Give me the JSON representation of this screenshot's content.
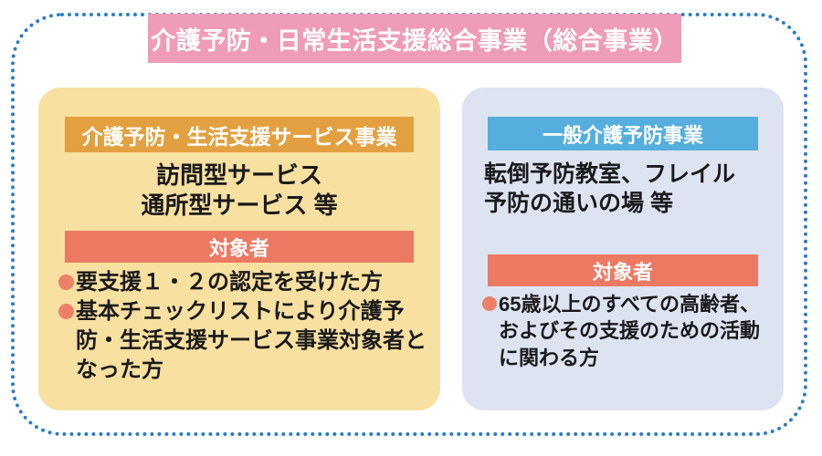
{
  "diagram": {
    "title": "介護予防・日常生活支援総合事業（総合事業）",
    "colors": {
      "title_band": "#EE9CB8",
      "outer_border": "#2B7CC6",
      "left_panel_bg": "#F8E0A1",
      "left_header_band": "#E2A041",
      "right_panel_bg": "#DEE3F2",
      "right_header_band": "#55AEDD",
      "target_band": "#EC7A63",
      "bullet_dot": "#EC8167",
      "text": "#1A1A1A",
      "band_text": "#FFFFFF"
    },
    "panels": [
      {
        "id": "left",
        "header": "介護予防・生活支援サービス事業",
        "services": [
          "訪問型サービス",
          "通所型サービス 等"
        ],
        "target_label": "対象者",
        "targets": [
          "要支援１・２の認定を受けた方",
          "基本チェックリストにより介護予防・生活支援サービス事業対象者となった方"
        ]
      },
      {
        "id": "right",
        "header": "一般介護予防事業",
        "services": [
          "転倒予防教室、フレイル",
          "予防の通いの場 等"
        ],
        "target_label": "対象者",
        "targets": [
          "65歳以上のすべての高齢者、およびその支援のための活動に関わる方"
        ]
      }
    ]
  }
}
